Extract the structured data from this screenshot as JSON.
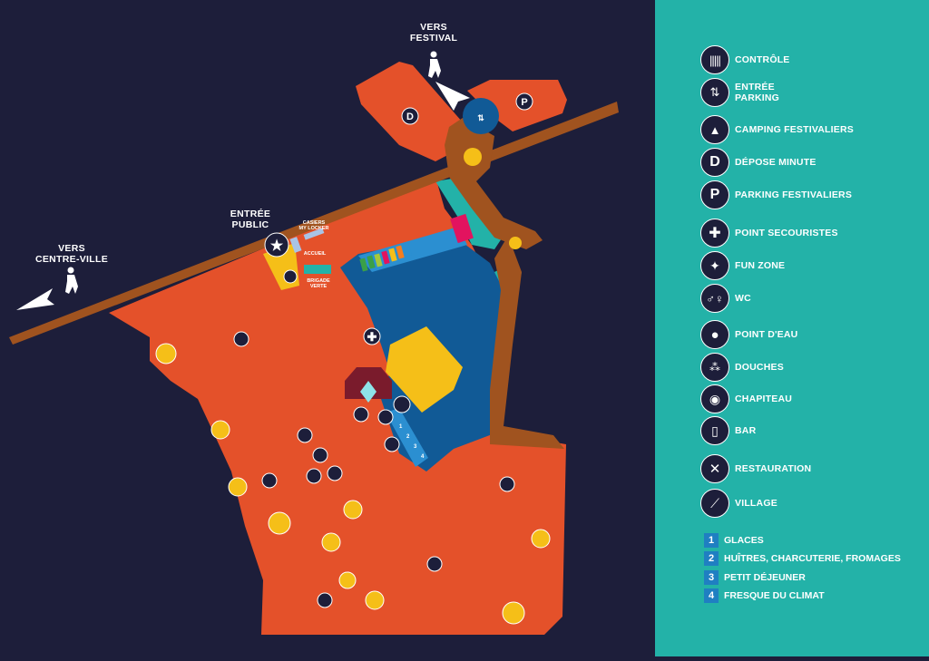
{
  "labels": {
    "vers_festival": [
      "VERS",
      "FESTIVAL"
    ],
    "vers_centre_ville": [
      "VERS",
      "CENTRE-VILLE"
    ],
    "entree_public": [
      "ENTRÉE",
      "PUBLIC"
    ],
    "casiers": [
      "CASIERS",
      "MY LOCKER"
    ],
    "accueil": "ACCUEIL",
    "brigade_verte": [
      "BRIGADE",
      "VERTE"
    ],
    "village_numbers": [
      "1",
      "2",
      "3",
      "4"
    ]
  },
  "legend": {
    "items": [
      {
        "icon": "barcode-icon",
        "label": "CONTRÔLE"
      },
      {
        "icon": "car-entry-icon",
        "label": "ENTRÉE\nPARKING"
      },
      {
        "icon": "tent-icon",
        "label": "CAMPING FESTIVALIERS"
      },
      {
        "icon": "drop-off-icon",
        "label": "DÉPOSE MINUTE"
      },
      {
        "icon": "parking-icon",
        "label": "PARKING FESTIVALIERS"
      },
      {
        "icon": "first-aid-icon",
        "label": "POINT SECOURISTES"
      },
      {
        "icon": "fun-zone-icon",
        "label": "FUN ZONE"
      },
      {
        "icon": "wc-icon",
        "label": "WC"
      },
      {
        "icon": "water-drop-icon",
        "label": "POINT D'EAU"
      },
      {
        "icon": "shower-icon",
        "label": "DOUCHES"
      },
      {
        "icon": "speaker-icon",
        "label": "CHAPITEAU"
      },
      {
        "icon": "beer-icon",
        "label": "BAR"
      },
      {
        "icon": "fork-knife-icon",
        "label": "RESTAURATION"
      },
      {
        "icon": "deckchair-icon",
        "label": "VILLAGE"
      }
    ],
    "numbered": [
      {
        "num": "1",
        "label": "GLACES"
      },
      {
        "num": "2",
        "label": "HUÎTRES, CHARCUTERIE, FROMAGES"
      },
      {
        "num": "3",
        "label": "PETIT DÉJEUNER"
      },
      {
        "num": "4",
        "label": "FRESQUE DU CLIMAT"
      }
    ]
  },
  "colors": {
    "background": "#1d1e3a",
    "legend_bg": "#23b2a8",
    "ground": "#e4512a",
    "road": "#a0531f",
    "water": "#115a96",
    "stage": "#f5bf18",
    "numbered_box": "#1f7fc2"
  }
}
